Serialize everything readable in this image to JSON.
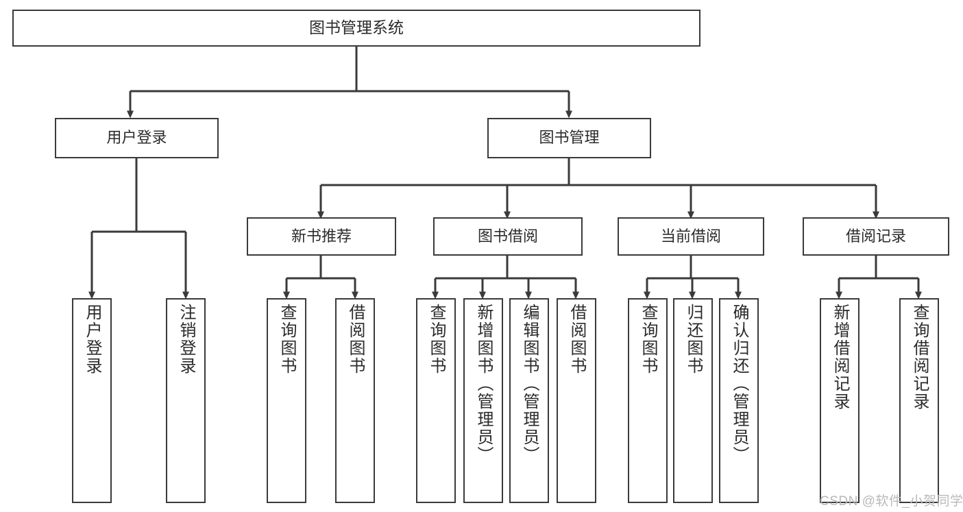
{
  "diagram": {
    "title": "图书管理系统",
    "type": "tree-hierarchy",
    "watermark": "CSDN @软件_小贺同学",
    "colors": {
      "stroke": "#3a3a3a",
      "text": "#2b2b2b",
      "background": "#ffffff",
      "watermark": "#b9b9b9"
    },
    "nodes": {
      "root": {
        "label": "图书管理系统"
      },
      "level2": [
        {
          "label": "用户登录"
        },
        {
          "label": "图书管理"
        }
      ],
      "level3": [
        {
          "label": "新书推荐"
        },
        {
          "label": "图书借阅"
        },
        {
          "label": "当前借阅"
        },
        {
          "label": "借阅记录"
        }
      ],
      "leaves": {
        "user_login": [
          {
            "label": "用户登录"
          },
          {
            "label": "注销登录"
          }
        ],
        "new_book": [
          {
            "label": "查询图书"
          },
          {
            "label": "借阅图书"
          }
        ],
        "book_borrow": [
          {
            "label": "查询图书"
          },
          {
            "label": "新增图书（管理员）"
          },
          {
            "label": "编辑图书（管理员）"
          },
          {
            "label": "借阅图书"
          }
        ],
        "current_borrow": [
          {
            "label": "查询图书"
          },
          {
            "label": "归还图书"
          },
          {
            "label": "确认归还（管理员）"
          }
        ],
        "borrow_record": [
          {
            "label": "新增借阅记录"
          },
          {
            "label": "查询借阅记录"
          }
        ]
      }
    }
  }
}
